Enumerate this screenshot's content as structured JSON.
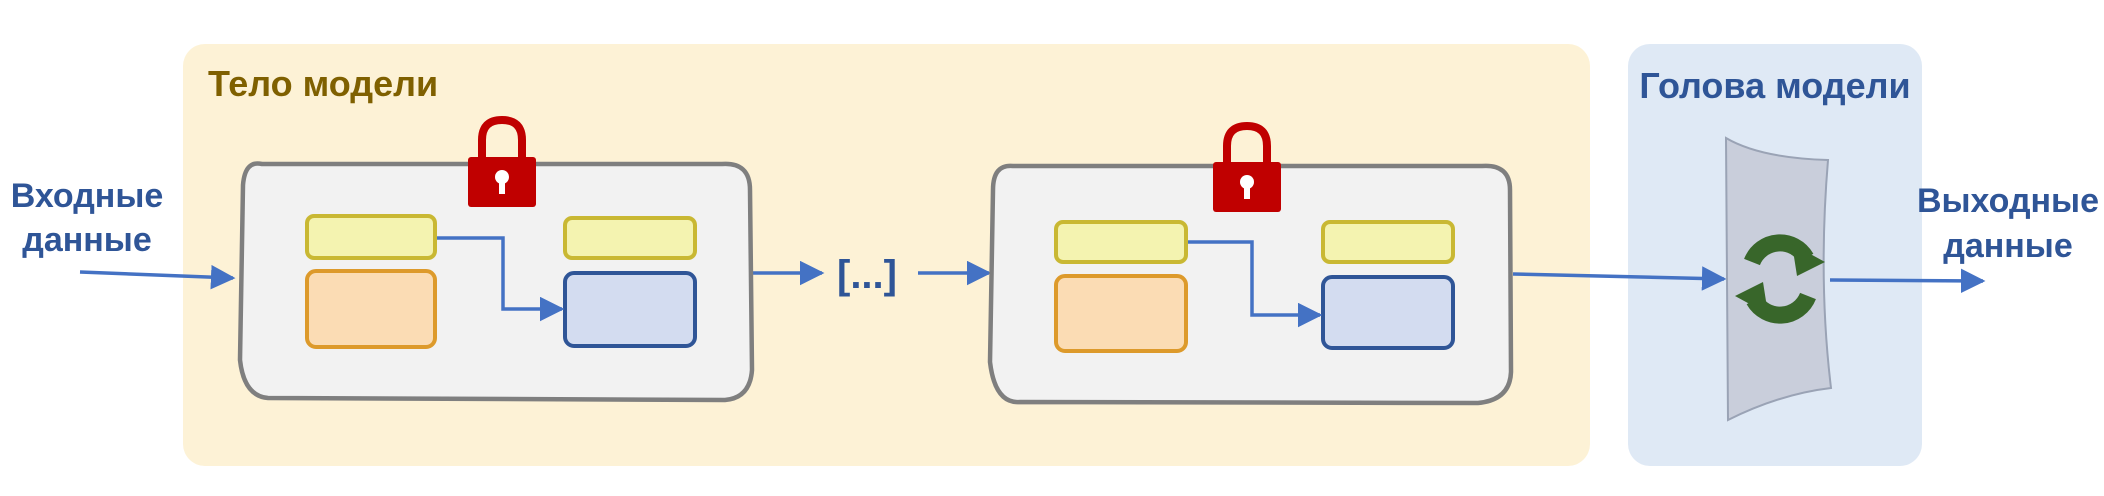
{
  "diagram": {
    "body_region": {
      "title": "Тело модели"
    },
    "head_region": {
      "title": "Голова модели"
    },
    "input": {
      "line1": "Входные",
      "line2": "данные"
    },
    "output": {
      "line1": "Выходные",
      "line2": "данные"
    },
    "ellipsis": "[...]",
    "colors": {
      "body_bg": "#fdf2d6",
      "body_title": "#7f6000",
      "head_bg": "#dfe9f5",
      "head_title": "#2f5597",
      "text_blue": "#2f5597",
      "arrow": "#4472c4",
      "block_fill": "#f2f2f2",
      "block_stroke": "#7f7f7f",
      "yellow_fill": "#f4f3b0",
      "yellow_stroke": "#c9b833",
      "orange_fill": "#fbdcb4",
      "orange_stroke": "#dd9a2b",
      "blue_fill": "#d3dcf0",
      "blue_stroke": "#2f5597",
      "lock": "#c00000",
      "head_shape": "#c9cedb",
      "refresh": "#38662a"
    },
    "icons": [
      "lock-icon",
      "lock-icon",
      "refresh-icon"
    ]
  }
}
